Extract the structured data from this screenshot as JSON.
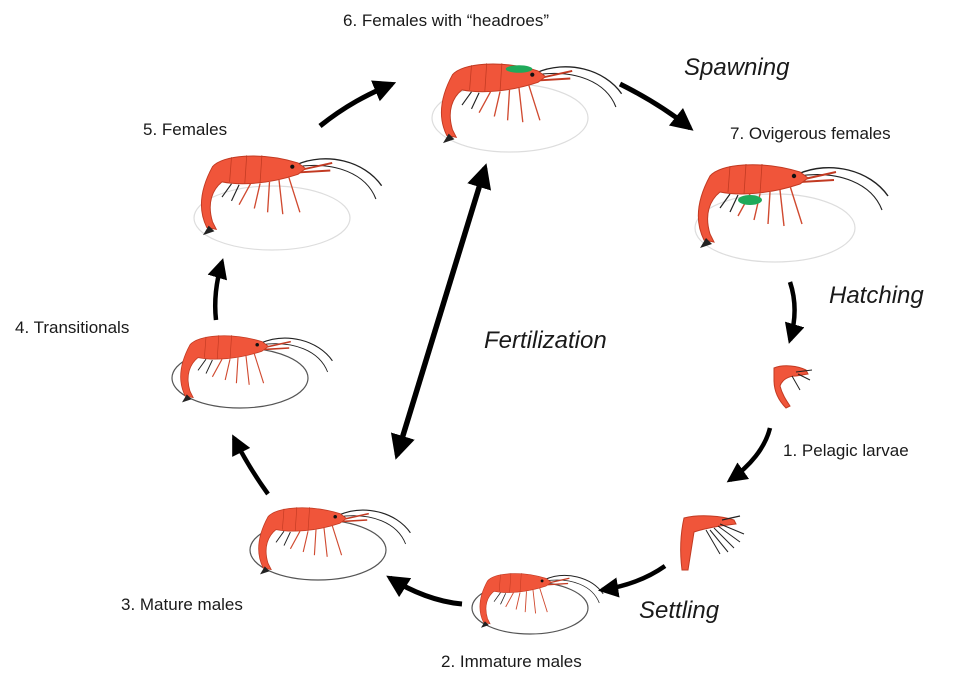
{
  "stages": [
    {
      "id": "pelagic-larvae",
      "label": "1. Pelagic larvae"
    },
    {
      "id": "immature-males",
      "label": "2. Immature males"
    },
    {
      "id": "mature-males",
      "label": "3. Mature males"
    },
    {
      "id": "transitionals",
      "label": "4. Transitionals"
    },
    {
      "id": "females",
      "label": "5. Females"
    },
    {
      "id": "females-headroes",
      "label": "6. Females with “headroes”"
    },
    {
      "id": "ovigerous-females",
      "label": "7. Ovigerous females"
    }
  ],
  "processes": {
    "spawning": "Spawning",
    "hatching": "Hatching",
    "settling": "Settling",
    "fertilization": "Fertilization"
  },
  "colors": {
    "shrimp_body": "#f0553a",
    "shrimp_outline": "#c23a22",
    "roe": "#1faa5a",
    "arrow": "#000000"
  }
}
